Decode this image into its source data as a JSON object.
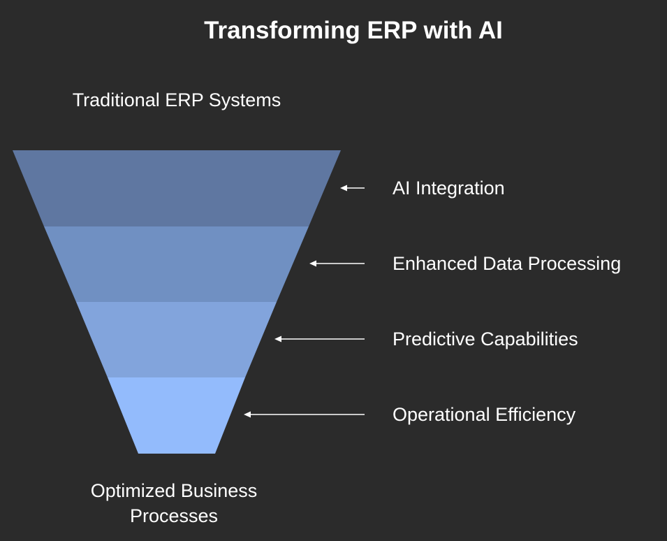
{
  "title": "Transforming ERP with AI",
  "top_label": "Traditional ERP Systems",
  "bottom_label": [
    "Optimized Business",
    "Processes"
  ],
  "stages": [
    {
      "label": "AI Integration",
      "color": "#5f77a1"
    },
    {
      "label": "Enhanced Data Processing",
      "color": "#7090c2"
    },
    {
      "label": "Predictive Capabilities",
      "color": "#82a4dc"
    },
    {
      "label": "Operational Efficiency",
      "color": "#93bbfc"
    }
  ],
  "colors": {
    "background": "#2b2b2b",
    "text": "#ffffff",
    "arrow": "#ffffff"
  }
}
